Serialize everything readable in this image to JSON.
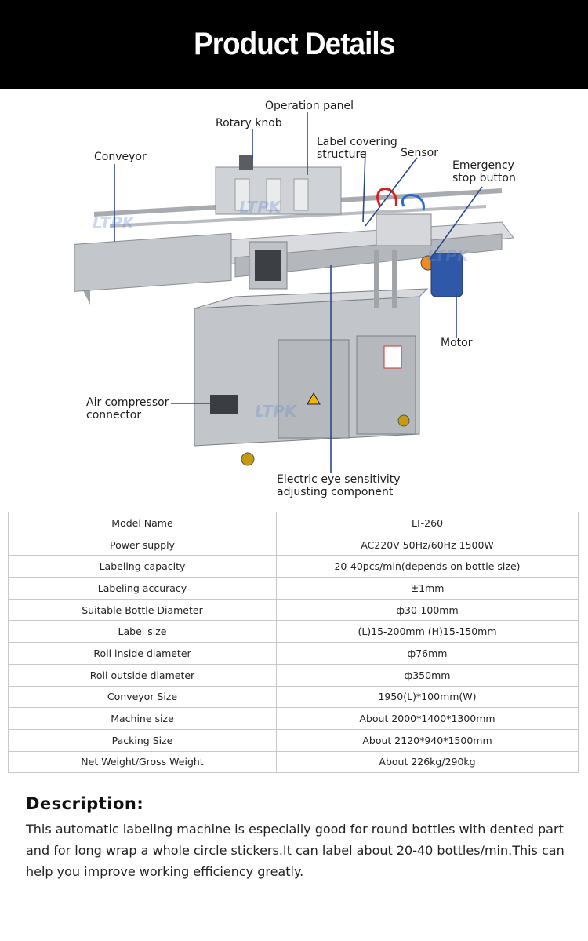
{
  "header": {
    "title": "Product Details"
  },
  "figure": {
    "watermark": "LTPK",
    "callouts": {
      "operation_panel": "Operation panel",
      "rotary_knob": "Rotary knob",
      "label_covering": "Label covering\nstructure",
      "sensor": "Sensor",
      "conveyor": "Conveyor",
      "emergency_stop": "Emergency\nstop button",
      "motor": "Motor",
      "air_compressor": "Air compressor\nconnector",
      "electric_eye": "Electric eye sensitivity\nadjusting component"
    },
    "colors": {
      "callout_line": "#2a4a8a",
      "steel": "#b9bcc0",
      "warning": "#f2b600"
    }
  },
  "specs": {
    "rows": [
      {
        "name": "Model Name",
        "value": "LT-260"
      },
      {
        "name": "Power supply",
        "value": "AC220V 50Hz/60Hz 1500W"
      },
      {
        "name": "Labeling capacity",
        "value": "20-40pcs/min(depends on bottle size)"
      },
      {
        "name": "Labeling accuracy",
        "value": "±1mm"
      },
      {
        "name": "Suitable Bottle Diameter",
        "value": "ф30-100mm"
      },
      {
        "name": "Label size",
        "value": "(L)15-200mm (H)15-150mm"
      },
      {
        "name": "Roll inside diameter",
        "value": "ф76mm"
      },
      {
        "name": "Roll outside diameter",
        "value": "ф350mm"
      },
      {
        "name": "Conveyor Size",
        "value": "1950(L)*100mm(W)"
      },
      {
        "name": "Machine size",
        "value": "About 2000*1400*1300mm"
      },
      {
        "name": "Packing Size",
        "value": "About 2120*940*1500mm"
      },
      {
        "name": "Net Weight/Gross Weight",
        "value": "About 226kg/290kg"
      }
    ]
  },
  "description": {
    "title": "Description:",
    "body": "This automatic labeling machine is especially good for round bottles with dented part and for long wrap a whole circle stickers.It can label about 20-40 bottles/min.This can help you improve working efficiency greatly."
  }
}
